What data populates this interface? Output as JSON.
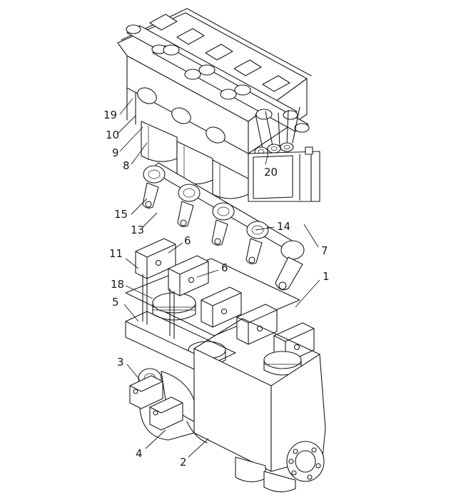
{
  "labels": {
    "l1": "1",
    "l2": "2",
    "l3": "3",
    "l4": "4",
    "l5": "5",
    "l6a": "6",
    "l6b": "6",
    "l7": "7",
    "l8": "8",
    "l9": "9",
    "l10": "10",
    "l11": "11",
    "l13": "13",
    "l14": "14",
    "l15": "15",
    "l18": "18",
    "l19": "19",
    "l20": "20"
  }
}
